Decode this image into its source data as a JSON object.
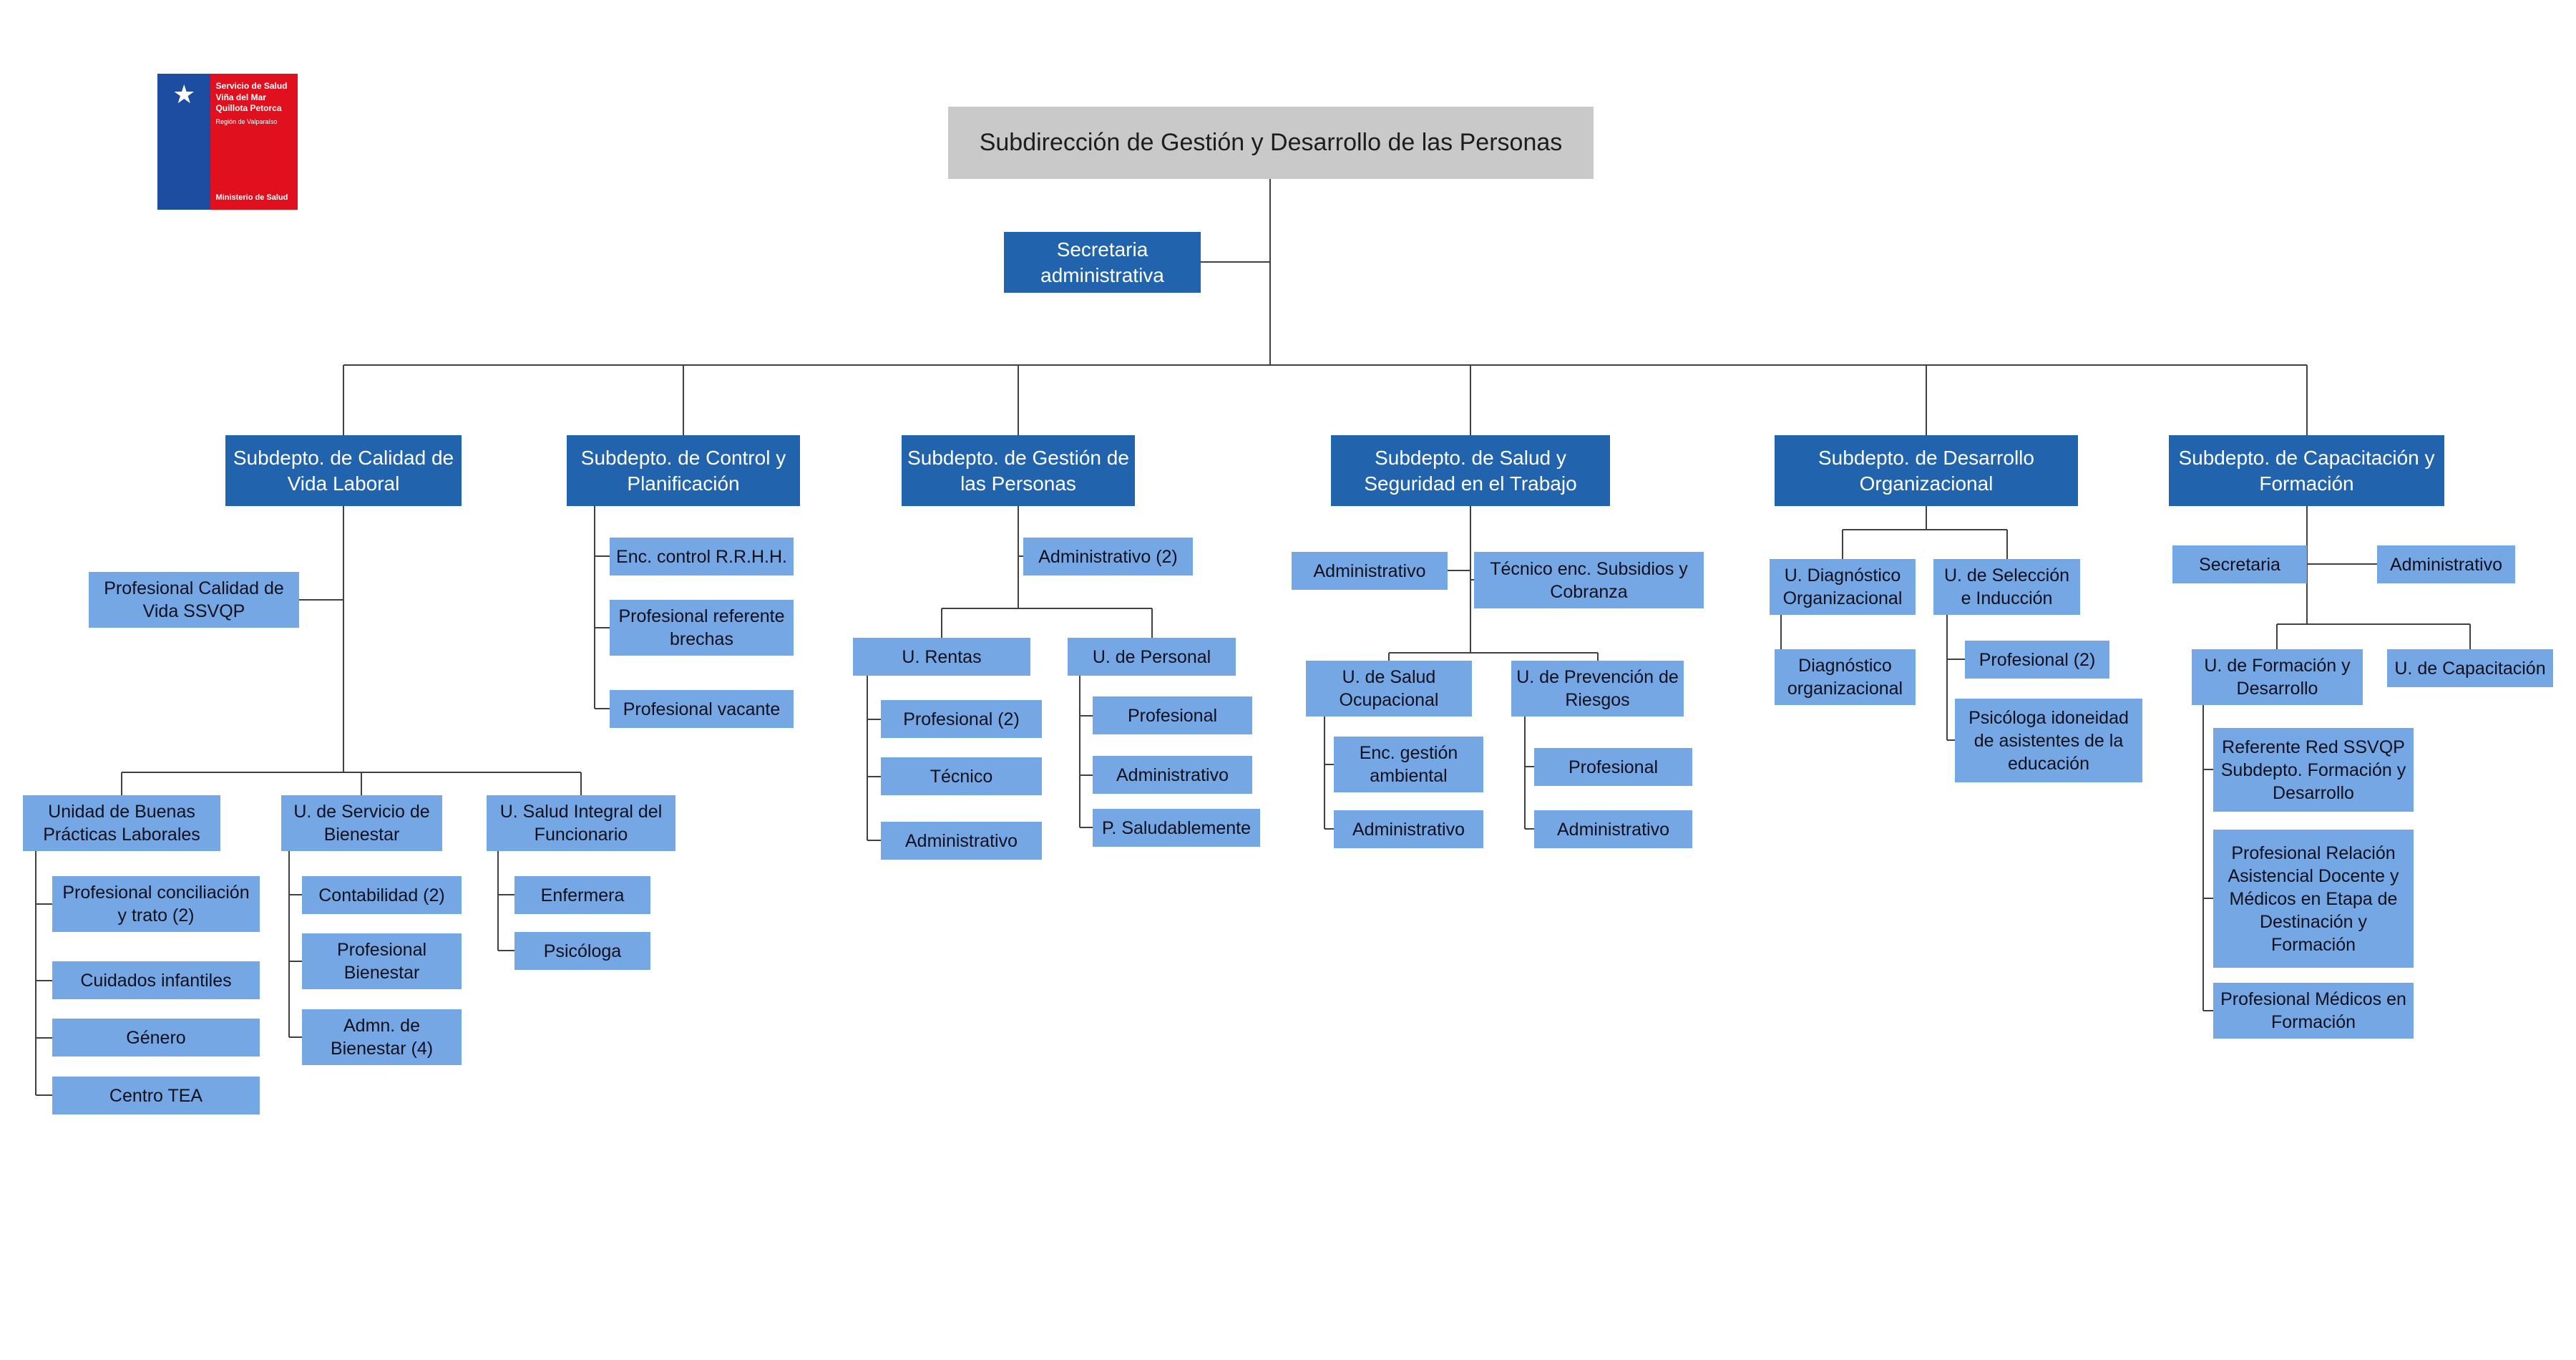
{
  "logo": {
    "org_lines": [
      "Servicio de Salud",
      "Viña del Mar",
      "Quillota Petorca"
    ],
    "region": "Región de Valparaíso",
    "ministry": "Ministerio de Salud"
  },
  "colors": {
    "root_box": "#c9c9c9",
    "department_box": "#2263ae",
    "unit_box": "#74a7e3",
    "connector": "#404040",
    "logo_blue": "#1c4da1",
    "logo_red": "#e0101e"
  },
  "chart": {
    "root": "Subdirección de Gestión y Desarrollo de las Personas",
    "assistant": "Secretaria administrativa",
    "departments": [
      {
        "label": "Subdepto. de Calidad de Vida Laboral",
        "staff": [
          "Profesional Calidad de Vida SSVQP"
        ],
        "units": [
          {
            "label": "Unidad de Buenas Prácticas Laborales",
            "members": [
              "Profesional conciliación y trato (2)",
              "Cuidados infantiles",
              "Género",
              "Centro TEA"
            ]
          },
          {
            "label": "U. de Servicio de Bienestar",
            "members": [
              "Contabilidad (2)",
              "Profesional Bienestar",
              "Admn. de Bienestar (4)"
            ]
          },
          {
            "label": "U. Salud Integral del Funcionario",
            "members": [
              "Enfermera",
              "Psicóloga"
            ]
          }
        ]
      },
      {
        "label": "Subdepto. de Control y Planificación",
        "members": [
          "Enc. control R.R.H.H.",
          "Profesional referente brechas",
          "Profesional vacante"
        ]
      },
      {
        "label": "Subdepto. de Gestión de las Personas",
        "staff": [
          "Administrativo (2)"
        ],
        "units": [
          {
            "label": "U. Rentas",
            "members": [
              "Profesional (2)",
              "Técnico",
              "Administrativo"
            ]
          },
          {
            "label": "U. de Personal",
            "members": [
              "Profesional",
              "Administrativo",
              "P. Saludablemente"
            ]
          }
        ]
      },
      {
        "label": "Subdepto. de Salud y Seguridad en el Trabajo",
        "staff": [
          "Administrativo",
          "Técnico enc. Subsidios y Cobranza"
        ],
        "units": [
          {
            "label": "U. de Salud Ocupacional",
            "members": [
              "Enc. gestión ambiental",
              "Administrativo"
            ]
          },
          {
            "label": "U. de Prevención de Riesgos",
            "members": [
              "Profesional",
              "Administrativo"
            ]
          }
        ]
      },
      {
        "label": "Subdepto. de Desarrollo Organizacional",
        "units": [
          {
            "label": "U. Diagnóstico Organizacional",
            "members": [
              "Diagnóstico organizacional"
            ]
          },
          {
            "label": "U. de Selección e Inducción",
            "members": [
              "Profesional (2)",
              "Psicóloga idoneidad de asistentes de la educación"
            ]
          }
        ]
      },
      {
        "label": "Subdepto. de Capacitación y Formación",
        "staff": [
          "Secretaria",
          "Administrativo"
        ],
        "units": [
          {
            "label": "U. de Formación y Desarrollo",
            "members": [
              "Referente Red SSVQP Subdepto. Formación y Desarrollo",
              "Profesional Relación Asistencial Docente y Médicos en Etapa de Destinación y Formación",
              "Profesional Médicos en Formación"
            ]
          },
          {
            "label": "U. de Capacitación",
            "members": []
          }
        ]
      }
    ]
  }
}
